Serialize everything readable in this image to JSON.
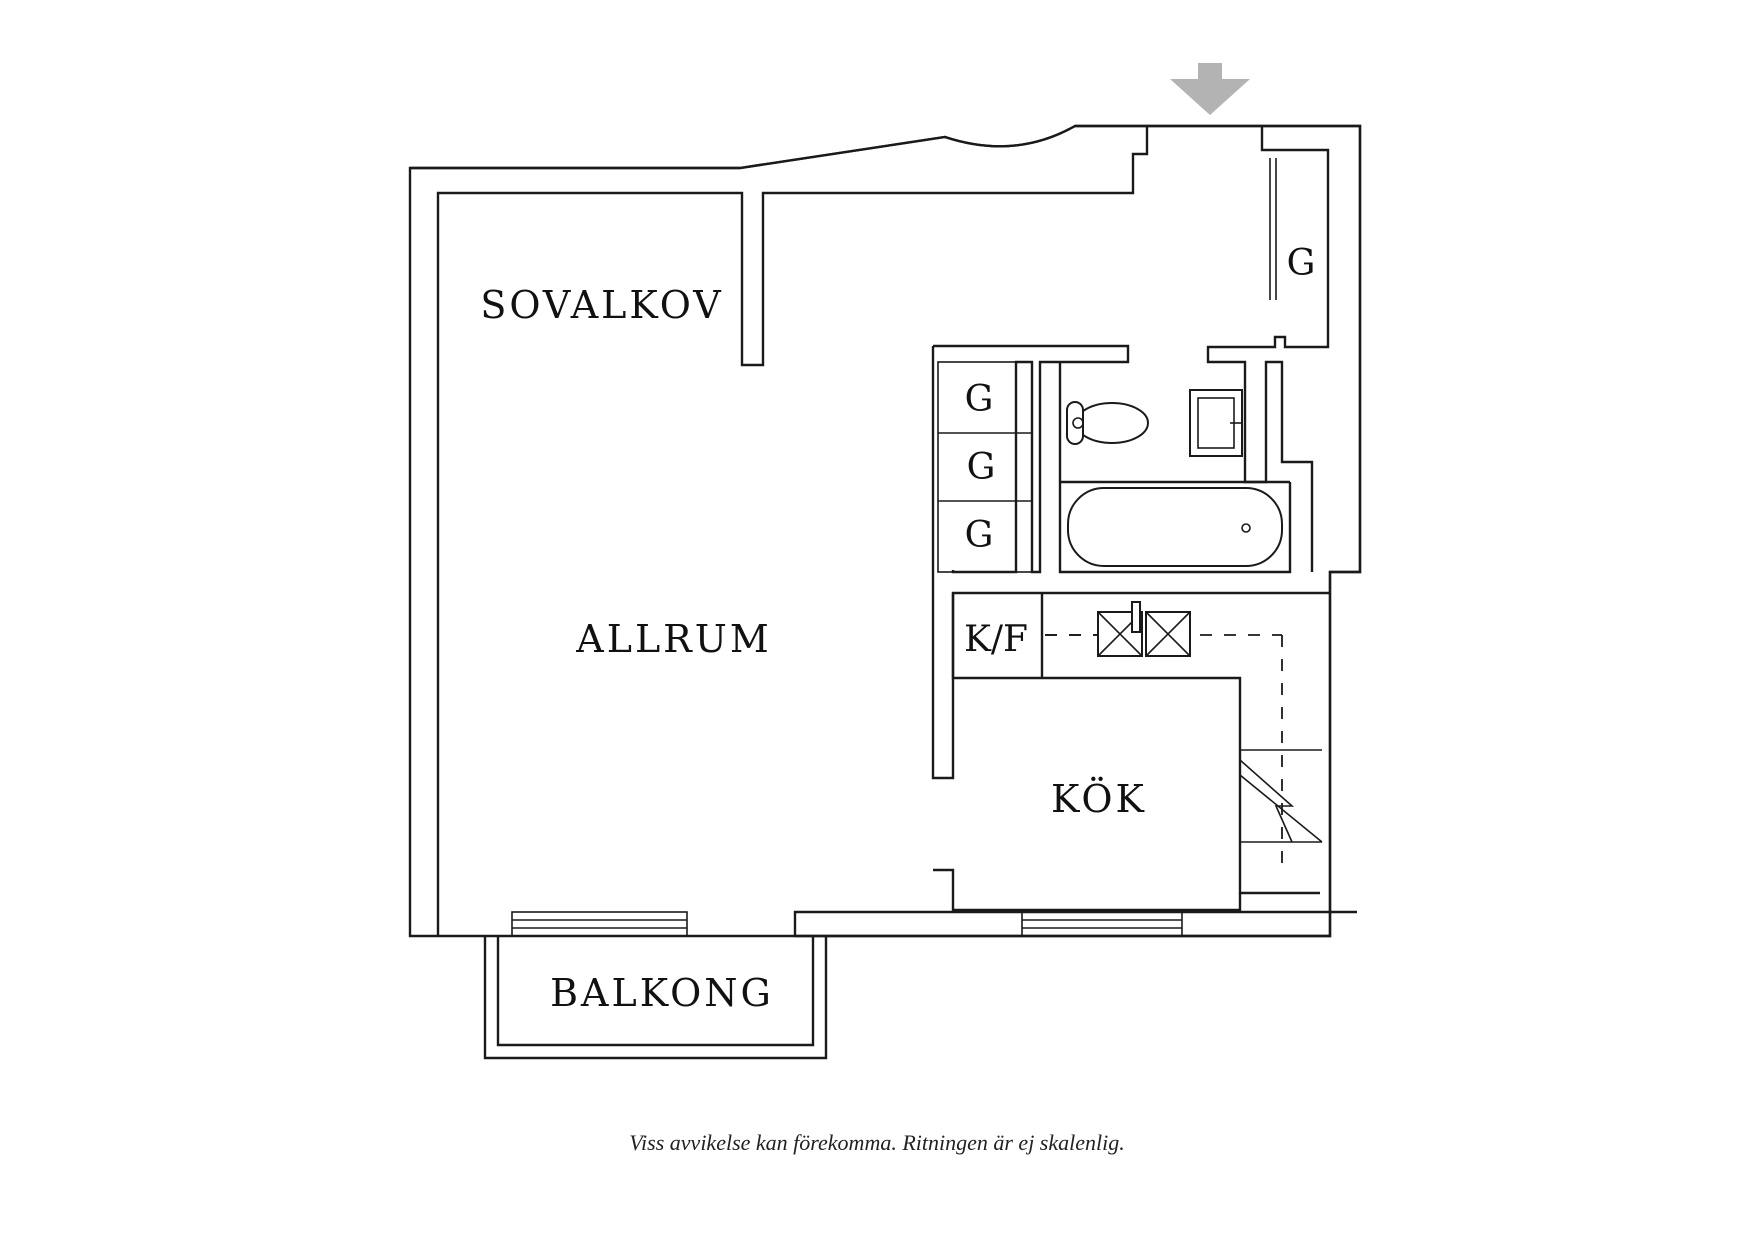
{
  "rooms": {
    "sovalkov": "SOVALKOV",
    "allrum": "ALLRUM",
    "kok": "KÖK",
    "balkong": "BALKONG",
    "kf": "K/F"
  },
  "closets": {
    "hall": "G",
    "row1": "G",
    "row2": "G",
    "row3": "G"
  },
  "icons": {
    "entrance": "entrance-arrow-icon"
  },
  "colors": {
    "entrance_arrow": "#b3b3b3",
    "lines": "#1a1a1a"
  },
  "disclaimer": "Viss avvikelse kan förekomma. Ritningen är ej skalenlig."
}
